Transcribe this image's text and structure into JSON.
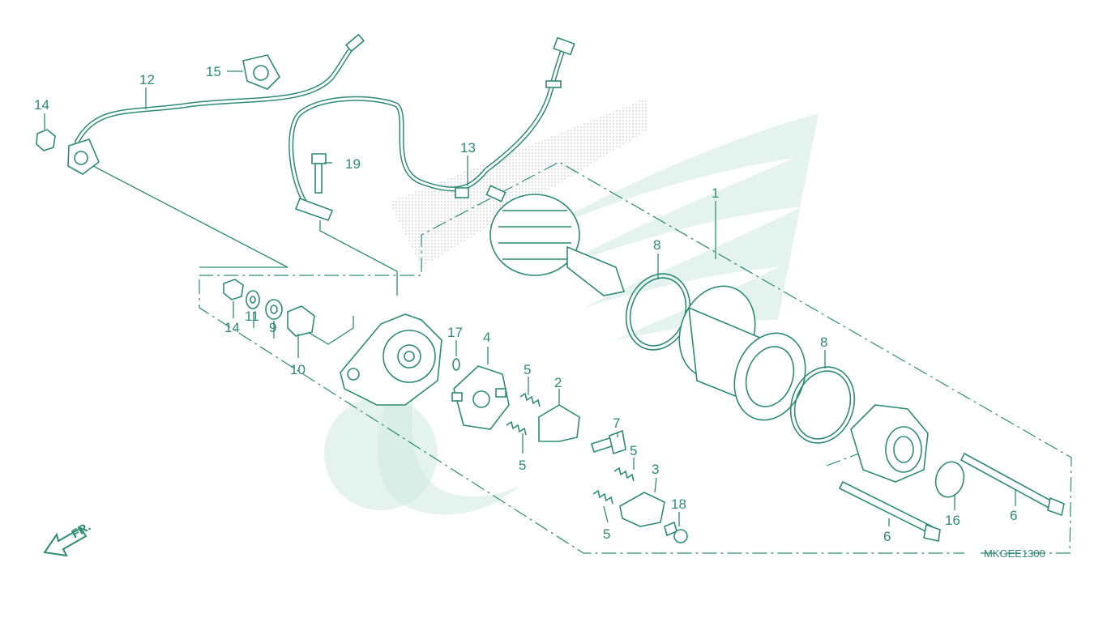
{
  "diagram": {
    "code": "MKGEE1300",
    "direction_label": "FR.",
    "callouts": [
      {
        "id": "c1",
        "text": "1"
      },
      {
        "id": "c2",
        "text": "2"
      },
      {
        "id": "c3",
        "text": "3"
      },
      {
        "id": "c4",
        "text": "4"
      },
      {
        "id": "c5a",
        "text": "5"
      },
      {
        "id": "c5b",
        "text": "5"
      },
      {
        "id": "c5c",
        "text": "5"
      },
      {
        "id": "c5d",
        "text": "5"
      },
      {
        "id": "c6a",
        "text": "6"
      },
      {
        "id": "c6b",
        "text": "6"
      },
      {
        "id": "c7",
        "text": "7"
      },
      {
        "id": "c8a",
        "text": "8"
      },
      {
        "id": "c8b",
        "text": "8"
      },
      {
        "id": "c9",
        "text": "9"
      },
      {
        "id": "c10",
        "text": "10"
      },
      {
        "id": "c11",
        "text": "11"
      },
      {
        "id": "c12",
        "text": "12"
      },
      {
        "id": "c13",
        "text": "13"
      },
      {
        "id": "c14a",
        "text": "14"
      },
      {
        "id": "c14b",
        "text": "14"
      },
      {
        "id": "c15",
        "text": "15"
      },
      {
        "id": "c16",
        "text": "16"
      },
      {
        "id": "c17",
        "text": "17"
      },
      {
        "id": "c18",
        "text": "18"
      },
      {
        "id": "c19",
        "text": "19"
      }
    ],
    "colors": {
      "line": "#2e8b72",
      "watermark": "#cfe9e0",
      "background": "#ffffff"
    }
  }
}
